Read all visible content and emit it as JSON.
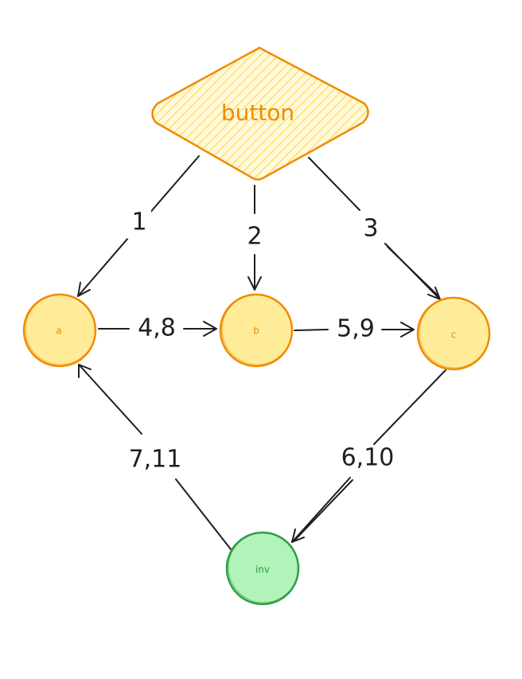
{
  "diagram": {
    "nodes": {
      "button": {
        "label": "button"
      },
      "a": {
        "label": "a"
      },
      "b": {
        "label": "b"
      },
      "c": {
        "label": "c"
      },
      "inv": {
        "label": "inv"
      }
    },
    "edges": {
      "button_to_a": {
        "label": "1"
      },
      "button_to_b": {
        "label": "2"
      },
      "button_to_c": {
        "label": "3"
      },
      "a_to_b": {
        "label": "4,8"
      },
      "b_to_c": {
        "label": "5,9"
      },
      "c_to_inv": {
        "label": "6,10"
      },
      "inv_to_a": {
        "label": "7,11"
      }
    }
  },
  "colors": {
    "orange_stroke": "#f08c00",
    "orange_fill": "#ffec99",
    "green_stroke": "#2f9e44",
    "green_fill": "#b2f2bb",
    "edge": "#1e1e1e"
  }
}
